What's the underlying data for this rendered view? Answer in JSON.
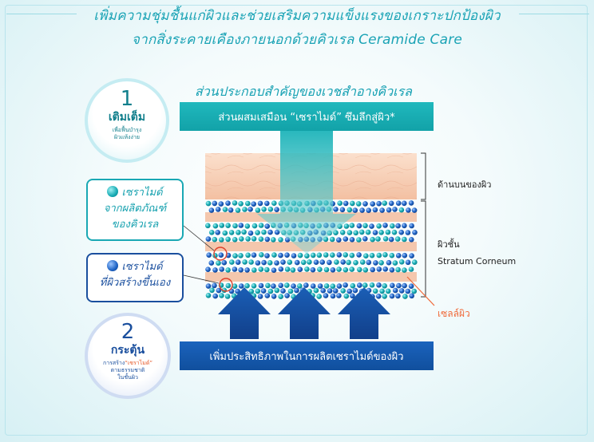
{
  "headline": {
    "line1": "เพิ่มความชุ่มชื้นแก่ผิวและช่วยเสริมความแข็งแรงของเกราะปกป้องผิว",
    "line2": "จากสิ่งระคายเคืองภายนอกด้วยคิวเรล Ceramide Care"
  },
  "diagram_title": "ส่วนประกอบสำคัญของเวชสำอางคิวเรล",
  "top_bar": "ส่วนผสมเสมือน “เซราไมด์” ซึมลึกสู่ผิว*",
  "bottom_bar": "เพิ่มประสิทธิภาพในการผลิตเซราไมด์ของผิว",
  "step1": {
    "number": "1",
    "title": "เติมเต็ม",
    "sub1": "เพื่อฟื้นบำรุง",
    "sub2": "ผิวแห้งง่าย"
  },
  "step2": {
    "number": "2",
    "title": "กระตุ้น",
    "sub_prefix": "การสร้าง",
    "sub_highlight": "“เซราไมด์”",
    "sub2": "ตามธรรมชาติ",
    "sub3": "ในชั้นผิว"
  },
  "legend_teal": {
    "line1": "เซราไมด์",
    "line2": "จากผลิตภัณฑ์",
    "line3": "ของคิวเรล"
  },
  "legend_blue": {
    "line1": "เซราไมด์",
    "line2": "ที่ผิวสร้างขึ้นเอง"
  },
  "labels": {
    "upper_skin": "ด้านบนของผิว",
    "stratum_th": "ผิวชั้น",
    "stratum_en": "Stratum Corneum",
    "skin_cell": "เซลล์ผิว"
  },
  "colors": {
    "teal": "#16aab3",
    "blue": "#1e63c4",
    "navy": "#1a4f9e",
    "orange": "#f06a3a",
    "skin": "#f6cdb3"
  }
}
